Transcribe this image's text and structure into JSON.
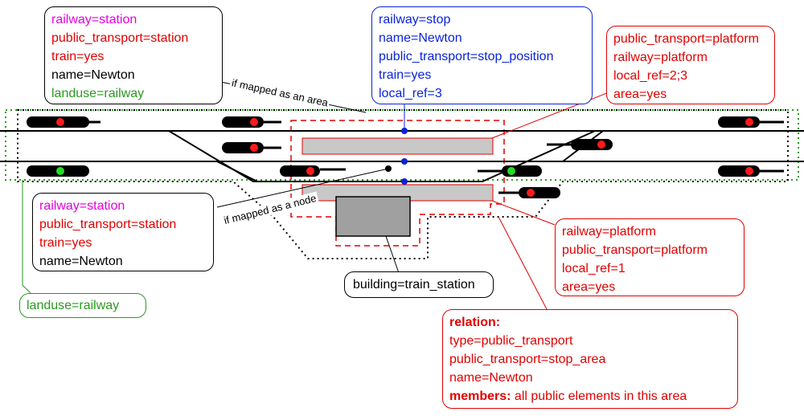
{
  "colors": {
    "tag_magenta": "#e000e0",
    "tag_red": "#e00000",
    "tag_black": "#000000",
    "tag_green": "#2a9a20",
    "tag_blue": "#0a23d8",
    "platform_fill": "#c8c8c8",
    "building_fill": "#a0a0a0",
    "signal_red": "#ff1a1a",
    "signal_green": "#22dd22"
  },
  "station_area": {
    "lines": [
      {
        "text": "railway=station",
        "color": "magenta"
      },
      {
        "text": "public_transport=station",
        "color": "red"
      },
      {
        "text": "train=yes",
        "color": "red"
      },
      {
        "text": "name=Newton",
        "color": "black"
      },
      {
        "text": "landuse=railway",
        "color": "green"
      }
    ]
  },
  "station_node": {
    "lines": [
      {
        "text": "railway=station",
        "color": "magenta"
      },
      {
        "text": "public_transport=station",
        "color": "red"
      },
      {
        "text": "train=yes",
        "color": "red"
      },
      {
        "text": "name=Newton",
        "color": "black"
      }
    ]
  },
  "stop_position": {
    "lines": [
      {
        "text": "railway=stop",
        "color": "blue"
      },
      {
        "text": "name=Newton",
        "color": "blue"
      },
      {
        "text": "public_transport=stop_position",
        "color": "blue"
      },
      {
        "text": "train=yes",
        "color": "blue"
      },
      {
        "text": "local_ref=3",
        "color": "blue"
      }
    ]
  },
  "platform_upper": {
    "lines": [
      {
        "text": "public_transport=platform"
      },
      {
        "text": "railway=platform"
      },
      {
        "text": "local_ref=2;3"
      },
      {
        "text": "area=yes"
      }
    ]
  },
  "platform_lower": {
    "lines": [
      {
        "text": "railway=platform"
      },
      {
        "text": "public_transport=platform"
      },
      {
        "text": "local_ref=1"
      },
      {
        "text": "area=yes"
      }
    ]
  },
  "landuse": {
    "text": "landuse=railway"
  },
  "building": {
    "text": "building=train_station"
  },
  "relation": {
    "heading": "relation:",
    "lines": [
      "type=public_transport",
      "public_transport=stop_area",
      "name=Newton"
    ],
    "members_label": "members:",
    "members_text": " all public elements in this area"
  },
  "notes": {
    "area": "if mapped as an area",
    "node": "if mapped as a node"
  }
}
